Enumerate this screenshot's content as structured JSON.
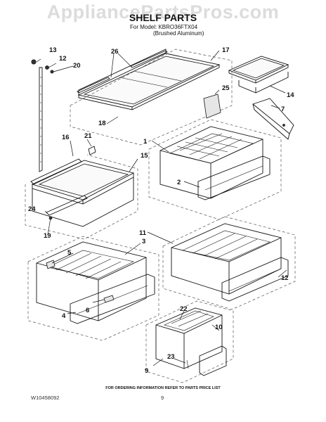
{
  "watermark": "AppliancePartsPros.com",
  "header": {
    "title": "SHELF PARTS",
    "model_line": "For Model: KBRO36FTX04",
    "model_variant": "(Brushed Aluminum)"
  },
  "callouts": [
    "1",
    "2",
    "3",
    "4",
    "5",
    "6",
    "7",
    "9",
    "10",
    "11",
    "12",
    "13",
    "14",
    "15",
    "16",
    "17",
    "18",
    "19",
    "20",
    "21",
    "22",
    "23",
    "23",
    "24",
    "25",
    "26"
  ],
  "footer": {
    "note": "FOR ORDERING INFORMATION REFER TO PARTS PRICE LIST",
    "doc_number": "W10458092",
    "page_number": "9"
  }
}
